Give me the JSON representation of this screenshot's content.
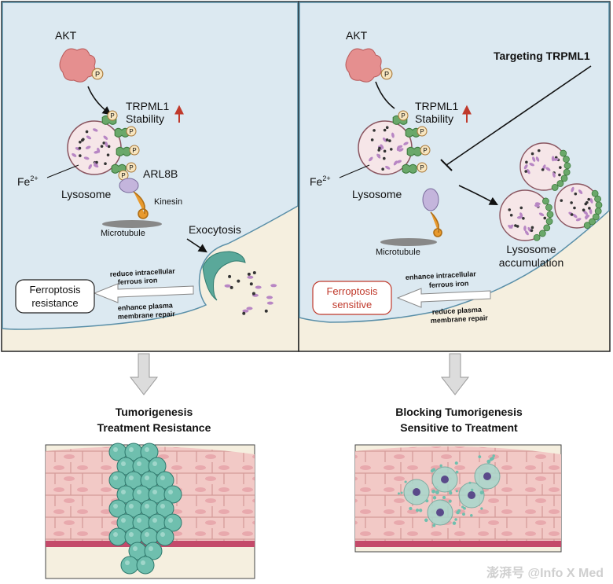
{
  "left_panel": {
    "akt": "AKT",
    "p": "P",
    "trpml1_line1": "TRPML1",
    "trpml1_line2": "Stability",
    "fe": "Fe",
    "fe_sup": "2+",
    "lysosome": "Lysosome",
    "arl8b": "ARL8B",
    "kinesin": "Kinesin",
    "microtubule": "Microtubule",
    "exocytosis": "Exocytosis",
    "arrow_top_line1": "reduce intracellular",
    "arrow_top_line2": "ferrous iron",
    "arrow_bottom_line1": "enhance plasma",
    "arrow_bottom_line2": "membrane repair",
    "outcome_line1": "Ferroptosis",
    "outcome_line2": "resistance",
    "caption_line1": "Tumorigenesis",
    "caption_line2": "Treatment Resistance"
  },
  "right_panel": {
    "targeting": "Targeting TRPML1",
    "akt": "AKT",
    "p": "P",
    "trpml1_line1": "TRPML1",
    "trpml1_line2": "Stability",
    "fe": "Fe",
    "fe_sup": "2+",
    "lysosome": "Lysosome",
    "microtubule": "Microtubule",
    "accum_line1": "Lysosome",
    "accum_line2": "accumulation",
    "arrow_top_line1": "enhance intracellular",
    "arrow_top_line2": "ferrous iron",
    "arrow_bottom_line1": "reduce plasma",
    "arrow_bottom_line2": "membrane repair",
    "outcome_line1": "Ferroptosis",
    "outcome_line2": "sensitive",
    "caption_line1": "Blocking Tumorigenesis",
    "caption_line2": "Sensitive to Treatment"
  },
  "watermark": "澎湃号 @Info X Med",
  "colors": {
    "cytoplasm": "#dce9f1",
    "extracellular": "#f5efdf",
    "lysosome_fill": "#f6e6e8",
    "cargo": "#b886c4",
    "trpml1": "#6aa86a",
    "akt": "#e58f8f",
    "p_badge": "#f7e5bf",
    "kinesin": "#e89a2e",
    "arl8b": "#c4b5dc",
    "tumor": "#6fbfae",
    "tissue": "#f2c9c6",
    "sensitive_red": "#c0392b"
  }
}
